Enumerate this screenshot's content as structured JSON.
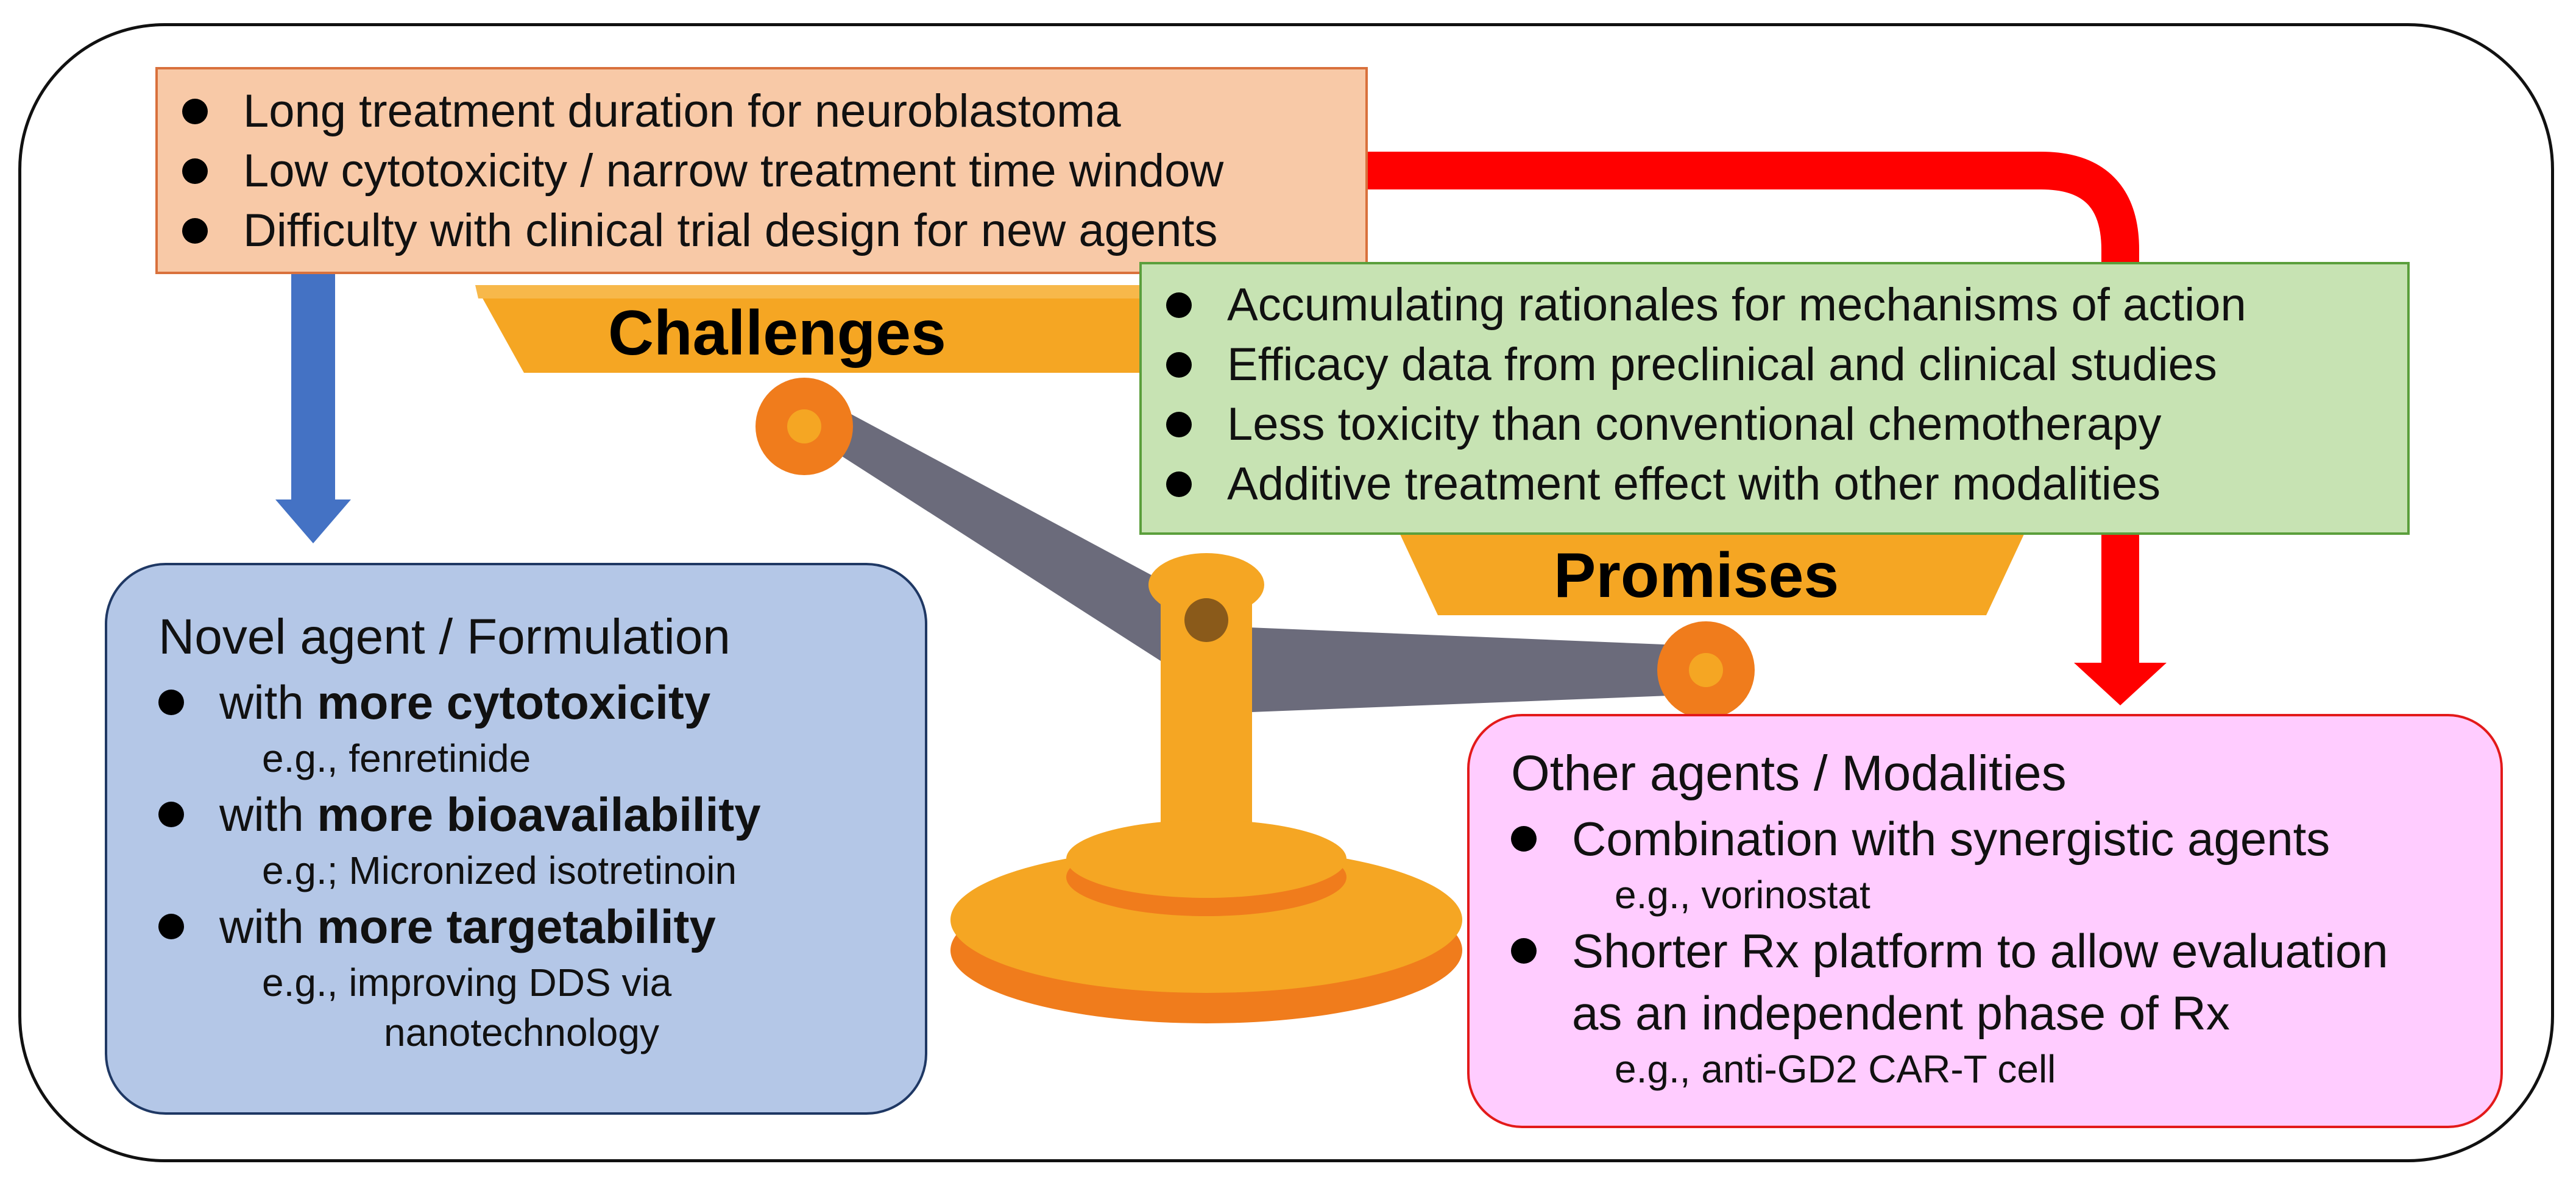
{
  "colors": {
    "challenge_fill": "#f8c9a7",
    "promise_fill": "#c7e3b3",
    "novel_fill": "#b4c7e7",
    "other_fill": "#ffccff",
    "blue_arrow": "#4472c4",
    "red_arrow": "#ff0000",
    "scale_gold": "#f5a623",
    "scale_orange": "#f07c1c",
    "beam_gray": "#6b6b7b"
  },
  "challenges": {
    "label": "Challenges",
    "items": [
      "Long treatment duration for neuroblastoma",
      "Low cytotoxicity / narrow treatment time window",
      "Difficulty with clinical trial design for new agents"
    ]
  },
  "promises": {
    "label": "Promises",
    "items": [
      "Accumulating rationales for mechanisms of action",
      "Efficacy data from preclinical and clinical studies",
      "Less toxicity than conventional chemotherapy",
      "Additive treatment effect with other modalities"
    ]
  },
  "novel": {
    "title": "Novel agent / Formulation",
    "items": [
      {
        "prefix": "with ",
        "bold": "more cytotoxicity",
        "example": "e.g., fenretinide"
      },
      {
        "prefix": "with ",
        "bold": "more bioavailability",
        "example": "e.g.; Micronized isotretinoin"
      },
      {
        "prefix": "with ",
        "bold": "more targetability",
        "example": "e.g., improving DDS via",
        "example2": "nanotechnology"
      }
    ]
  },
  "other": {
    "title": "Other agents / Modalities",
    "items": [
      {
        "text": "Combination with synergistic agents",
        "example": "e.g., vorinostat"
      },
      {
        "text": "Shorter Rx platform to allow evaluation",
        "text2": "as an independent phase of Rx",
        "example": "e.g., anti-GD2 CAR-T cell"
      }
    ]
  }
}
